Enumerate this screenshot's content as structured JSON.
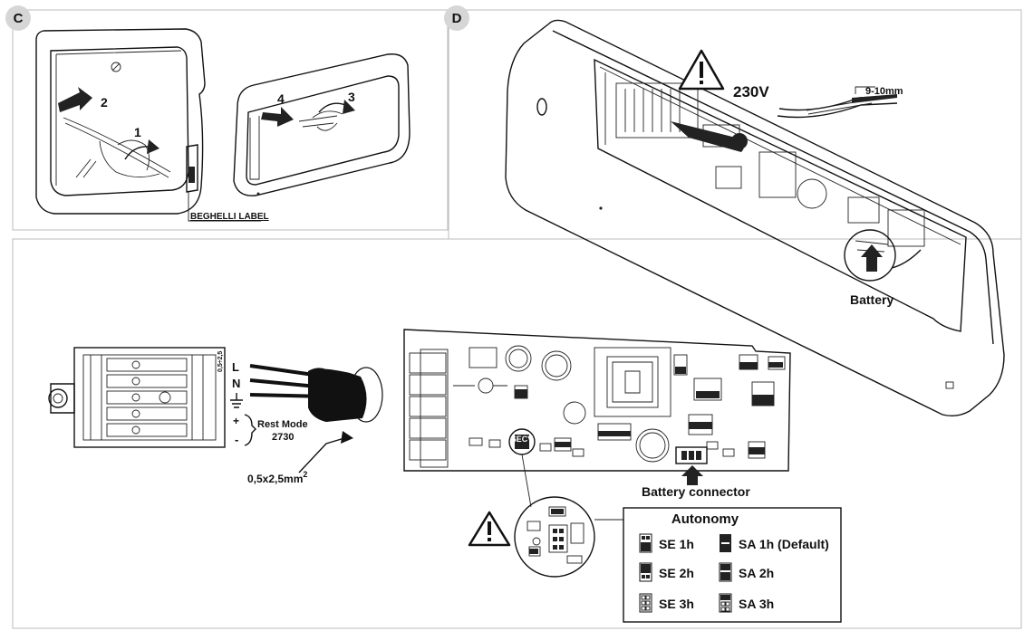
{
  "panels": {
    "c": {
      "badge": "C",
      "step1": "1",
      "step2": "2",
      "step3": "3",
      "step4": "4",
      "label_note": "BEGHELLI LABEL"
    },
    "d": {
      "badge": "D",
      "voltage": "230V",
      "strip_length": "9-10mm",
      "battery": "Battery"
    }
  },
  "terminal": {
    "l": "L",
    "n": "N",
    "rest_mode": "Rest Mode",
    "rest_code": "2730",
    "plus": "+",
    "minus": "-",
    "cable": "0,5x2,5mm",
    "cable_sup": "2",
    "spec": "0,5÷2,5"
  },
  "board": {
    "jumper": "SECV",
    "connector_label": "Battery connector"
  },
  "autonomy": {
    "title": "Autonomy",
    "left": [
      "SE 1h",
      "SE 2h",
      "SE 3h"
    ],
    "right": [
      "SA 1h (Default)",
      "SA 2h",
      "SA 3h"
    ]
  }
}
